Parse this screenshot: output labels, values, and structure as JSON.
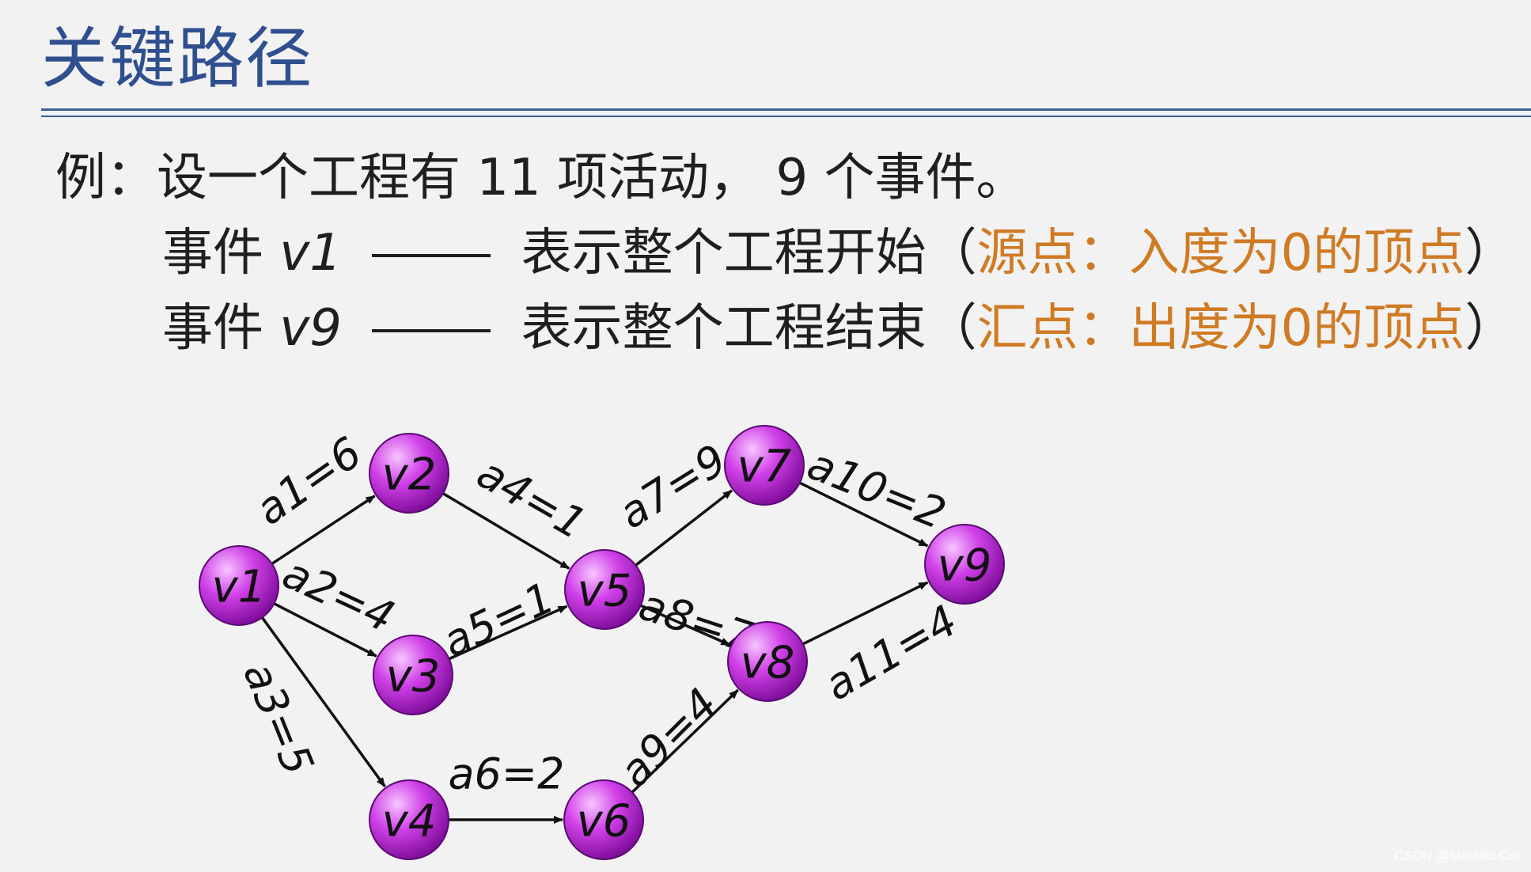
{
  "title": "关键路径",
  "intro": {
    "prefix": "例：",
    "text": "设一个工程有 11 项活动， 9 个事件。"
  },
  "event_start": {
    "label": "事件",
    "vertex": "v1",
    "desc": "表示整个工程开始",
    "open_paren": "（",
    "note": "源点：入度为0的顶点",
    "close_paren": "）"
  },
  "event_end": {
    "label": "事件",
    "vertex": "v9",
    "desc": "表示整个工程结束",
    "open_paren": "（",
    "note": "汇点：出度为0的顶点",
    "close_paren": "）"
  },
  "graph": {
    "nodes": [
      {
        "id": "v1",
        "label": "v1"
      },
      {
        "id": "v2",
        "label": "v2"
      },
      {
        "id": "v3",
        "label": "v3"
      },
      {
        "id": "v4",
        "label": "v4"
      },
      {
        "id": "v5",
        "label": "v5"
      },
      {
        "id": "v6",
        "label": "v6"
      },
      {
        "id": "v7",
        "label": "v7"
      },
      {
        "id": "v8",
        "label": "v8"
      },
      {
        "id": "v9",
        "label": "v9"
      }
    ],
    "edges": [
      {
        "id": "a1",
        "from": "v1",
        "to": "v2",
        "label": "a1=6"
      },
      {
        "id": "a2",
        "from": "v1",
        "to": "v3",
        "label": "a2=4"
      },
      {
        "id": "a3",
        "from": "v1",
        "to": "v4",
        "label": "a3=5"
      },
      {
        "id": "a4",
        "from": "v2",
        "to": "v5",
        "label": "a4=1"
      },
      {
        "id": "a5",
        "from": "v3",
        "to": "v5",
        "label": "a5=1"
      },
      {
        "id": "a6",
        "from": "v4",
        "to": "v6",
        "label": "a6=2"
      },
      {
        "id": "a7",
        "from": "v5",
        "to": "v7",
        "label": "a7=9"
      },
      {
        "id": "a8",
        "from": "v5",
        "to": "v8",
        "label": "a8=7"
      },
      {
        "id": "a9",
        "from": "v6",
        "to": "v8",
        "label": "a9=4"
      },
      {
        "id": "a10",
        "from": "v7",
        "to": "v9",
        "label": "a10=2"
      },
      {
        "id": "a11",
        "from": "v8",
        "to": "v9",
        "label": "a11=4"
      }
    ],
    "node_color": "#d040e8"
  },
  "watermark": "CSDN @Metallic Cat"
}
